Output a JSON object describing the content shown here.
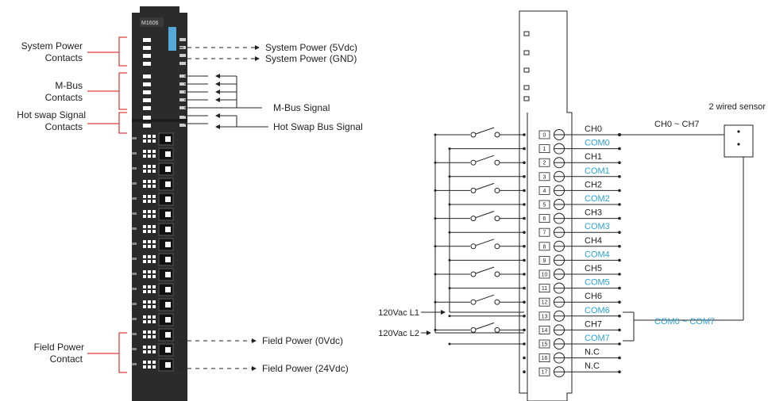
{
  "left_diagram": {
    "module_label": "M1606",
    "bracket_labels": [
      {
        "line1": "System Power",
        "line2": "Contacts"
      },
      {
        "line1": "M-Bus",
        "line2": "Contacts"
      },
      {
        "line1": "Hot swap Signal",
        "line2": "Contacts"
      },
      {
        "line1": "Field Power",
        "line2": "Contact"
      }
    ],
    "right_labels": {
      "sys_5v": "System Power (5Vdc)",
      "sys_gnd": "System Power (GND)",
      "mbus": "M-Bus Signal",
      "hotswap": "Hot Swap Bus Signal",
      "field_0v": "Field Power (0Vdc)",
      "field_24v": "Field Power (24Vdc)"
    }
  },
  "right_diagram": {
    "terminals": [
      "0",
      "1",
      "2",
      "3",
      "4",
      "5",
      "6",
      "7",
      "8",
      "9",
      "10",
      "11",
      "12",
      "13",
      "14",
      "15",
      "16",
      "17"
    ],
    "channels": [
      "CH0",
      "CH1",
      "CH2",
      "CH3",
      "CH4",
      "CH5",
      "CH6",
      "CH7"
    ],
    "commons": [
      "COM0",
      "COM1",
      "COM2",
      "COM3",
      "COM4",
      "COM5",
      "COM6",
      "COM7"
    ],
    "nc_labels": [
      "N.C",
      "N.C"
    ],
    "sensor_label": "2 wired sensor",
    "ch_range": "CH0 ~ CH7",
    "com_range": "COM0 ~ COM7",
    "supply_l1": "120Vac L1",
    "supply_l2": "120Vac L2"
  },
  "colors": {
    "bracket_red": "#e0413a",
    "com_cyan": "#2aa3d6",
    "module_body": "#2b2b2b",
    "module_accent": "#55a8d8"
  }
}
